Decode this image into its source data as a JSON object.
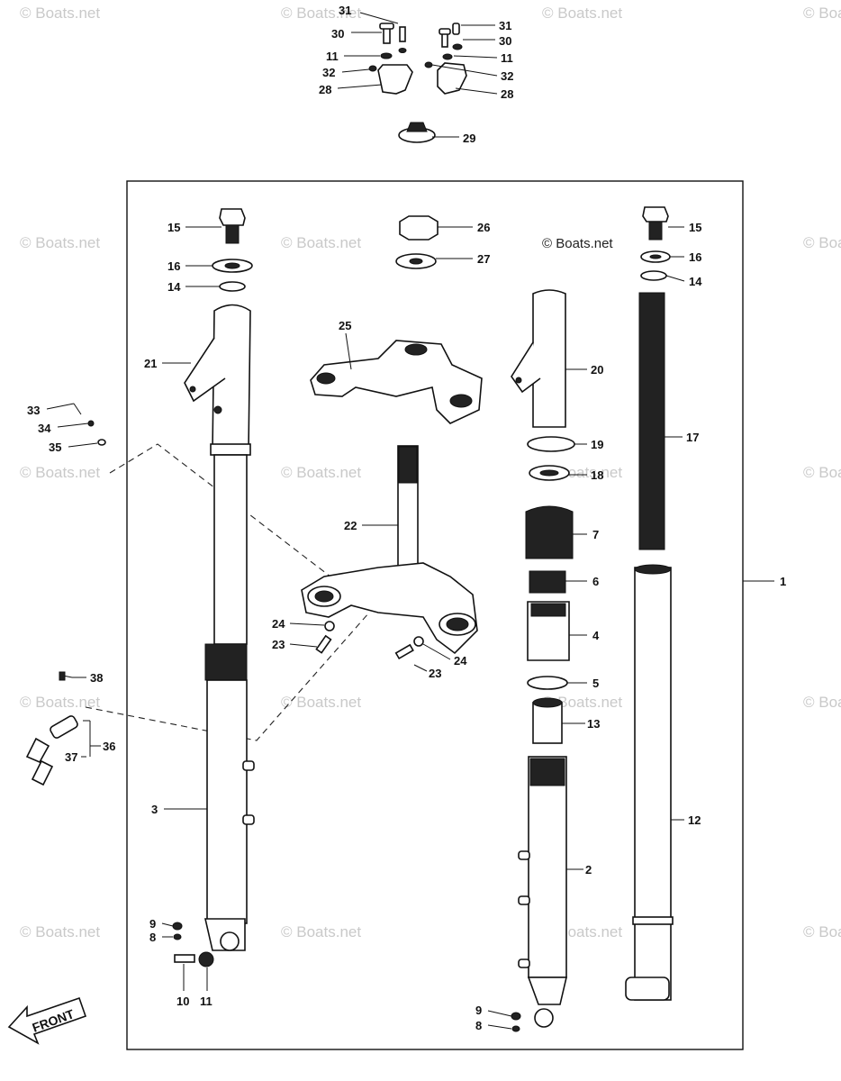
{
  "watermark": {
    "text": "© Boats.net",
    "inline_text": "© Boats.net"
  },
  "front_label": "FRONT",
  "footer_text": "",
  "assembly_number": "1",
  "callouts": [
    {
      "label": "31"
    },
    {
      "label": "30"
    },
    {
      "label": "11"
    },
    {
      "label": "32"
    },
    {
      "label": "28"
    },
    {
      "label": "31"
    },
    {
      "label": "30"
    },
    {
      "label": "11"
    },
    {
      "label": "32"
    },
    {
      "label": "28"
    },
    {
      "label": "29"
    },
    {
      "label": "15"
    },
    {
      "label": "16"
    },
    {
      "label": "14"
    },
    {
      "label": "21"
    },
    {
      "label": "26"
    },
    {
      "label": "27"
    },
    {
      "label": "25"
    },
    {
      "label": "15"
    },
    {
      "label": "16"
    },
    {
      "label": "14"
    },
    {
      "label": "20"
    },
    {
      "label": "17"
    },
    {
      "label": "19"
    },
    {
      "label": "18"
    },
    {
      "label": "33"
    },
    {
      "label": "34"
    },
    {
      "label": "35"
    },
    {
      "label": "22"
    },
    {
      "label": "7"
    },
    {
      "label": "6"
    },
    {
      "label": "24"
    },
    {
      "label": "23"
    },
    {
      "label": "23"
    },
    {
      "label": "24"
    },
    {
      "label": "4"
    },
    {
      "label": "5"
    },
    {
      "label": "38"
    },
    {
      "label": "13"
    },
    {
      "label": "37"
    },
    {
      "label": "36"
    },
    {
      "label": "3"
    },
    {
      "label": "12"
    },
    {
      "label": "2"
    },
    {
      "label": "9"
    },
    {
      "label": "8"
    },
    {
      "label": "10"
    },
    {
      "label": "11"
    },
    {
      "label": "9"
    },
    {
      "label": "8"
    }
  ]
}
